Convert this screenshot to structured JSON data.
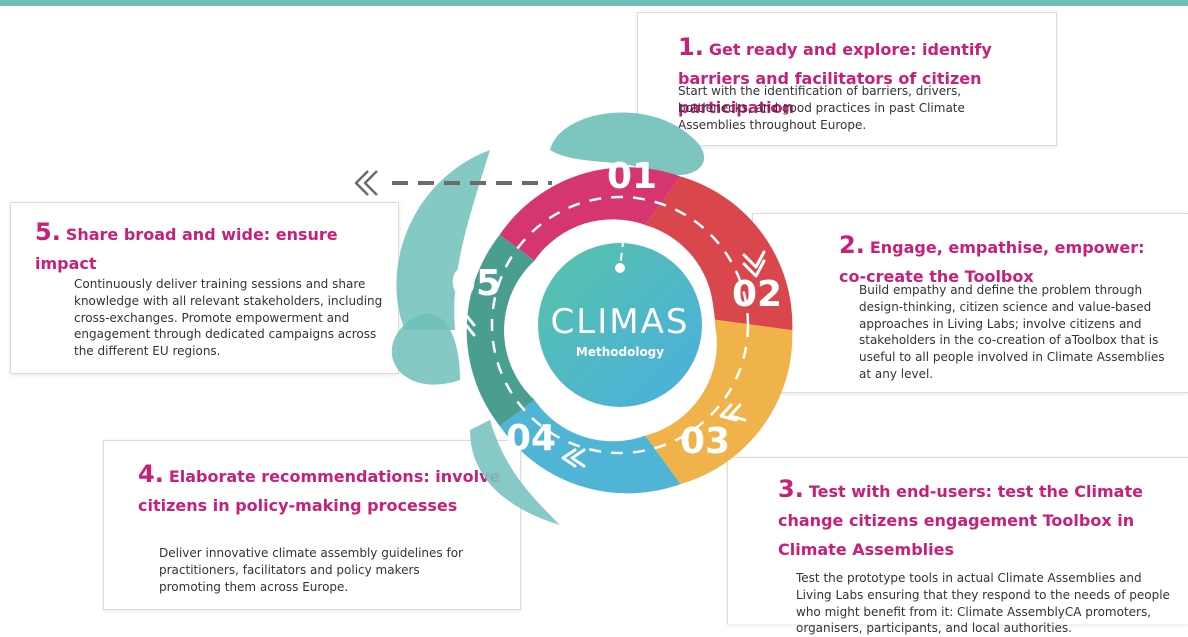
{
  "colors": {
    "top_bar": "#6fbfb8",
    "step_title": "#c81f78",
    "seg_01": "#d6366f",
    "seg_02": "#d9464b",
    "seg_03": "#f0b24a",
    "seg_04": "#4fb4d6",
    "seg_05": "#4a9e8f",
    "center_start": "#57c3a8",
    "center_end": "#4aaee0"
  },
  "center": {
    "title": "CLIMAS",
    "subtitle": "Methodology"
  },
  "segments": [
    {
      "label": "01"
    },
    {
      "label": "02"
    },
    {
      "label": "03"
    },
    {
      "label": "04"
    },
    {
      "label": "05"
    }
  ],
  "icons": {
    "share_arrow": "double-chevron-left-icon",
    "cycle_arrows": "double-chevron-icon"
  },
  "steps": [
    {
      "number": "1.",
      "title": "Get ready and explore: identify barriers and facilitators of citizen participation",
      "body": "Start with the identification of barriers, drivers, bottlenecks, and good practices in past Climate Assemblies throughout Europe."
    },
    {
      "number": "2.",
      "title": "Engage, empathise, empower: co-create the Toolbox",
      "body": "Build empathy and define the problem through design-thinking, citizen science and value-based approaches in Living Labs; involve citizens and stakeholders in the co-creation of aToolbox that is useful to all people involved in Climate Assemblies at any level."
    },
    {
      "number": "3.",
      "title": "Test with end-users: test the Climate change citizens engagement Toolbox in Climate Assemblies",
      "body": "Test the prototype tools in actual Climate Assemblies and Living Labs ensuring that they respond to the needs of people who might benefit from it: Climate AssemblyCA promoters, organisers, participants, and local authorities."
    },
    {
      "number": "4.",
      "title": "Elaborate recommendations: involve citizens in policy-making processes",
      "body": "Deliver innovative climate assembly guidelines for practitioners, facilitators and policy makers promoting them across Europe."
    },
    {
      "number": "5.",
      "title": "Share broad and wide: ensure impact",
      "body": "Continuously deliver training sessions and share knowledge with all relevant stakeholders, including cross-exchanges. Promote empowerment and engagement through dedicated campaigns across the different EU regions."
    }
  ]
}
